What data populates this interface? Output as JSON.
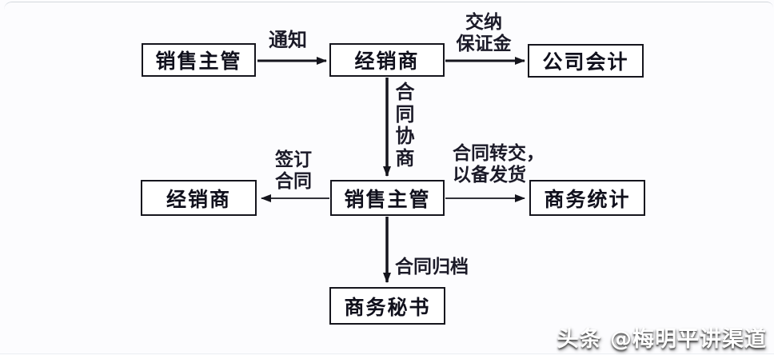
{
  "diagram": {
    "title_implicit": "",
    "nodes": [
      {
        "id": "sales-supervisor-top",
        "label": "销售主管"
      },
      {
        "id": "distributor-top",
        "label": "经销商"
      },
      {
        "id": "company-accountant",
        "label": "公司会计"
      },
      {
        "id": "distributor-mid",
        "label": "经销商"
      },
      {
        "id": "sales-supervisor-mid",
        "label": "销售主管"
      },
      {
        "id": "business-statistics",
        "label": "商务统计"
      },
      {
        "id": "business-secretary",
        "label": "商务秘书"
      }
    ],
    "edges": [
      {
        "from": "sales-supervisor-top",
        "to": "distributor-top",
        "direction": "right",
        "label": "通知"
      },
      {
        "from": "distributor-top",
        "to": "company-accountant",
        "direction": "right",
        "label": "交纳\n保证金"
      },
      {
        "from": "distributor-top",
        "to": "sales-supervisor-mid",
        "direction": "down",
        "label": "合同协商"
      },
      {
        "from": "sales-supervisor-mid",
        "to": "distributor-mid",
        "direction": "left",
        "label": "签订\n合同"
      },
      {
        "from": "sales-supervisor-mid",
        "to": "business-statistics",
        "direction": "right",
        "label": "合同转交，\n以备发货"
      },
      {
        "from": "sales-supervisor-mid",
        "to": "business-secretary",
        "direction": "down",
        "label": "合同归档"
      }
    ],
    "colors": {
      "line": "#15151d",
      "box_border": "#15151d",
      "box_fill": "#ffffff",
      "text": "#10101c",
      "background": "#fcfcfe"
    }
  },
  "watermark": {
    "text": "头条 @梅明平讲渠道",
    "color": "#ffffff"
  }
}
